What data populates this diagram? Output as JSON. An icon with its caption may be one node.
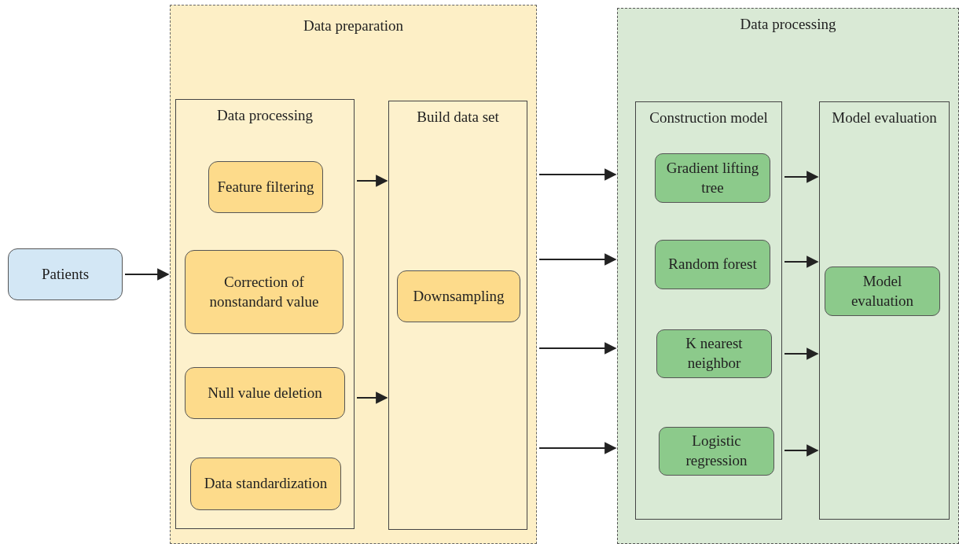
{
  "diagram": {
    "nodes": [
      {
        "text": [
          "Patients"
        ]
      },
      {
        "text": [
          "Data preparation"
        ]
      },
      {
        "text": [
          "Data processing"
        ],
        "in": 1
      },
      {
        "text": [
          "Feature filtering"
        ],
        "in": 2
      },
      {
        "text": [
          "Correction of nonstandard value"
        ],
        "in": 2
      },
      {
        "text": [
          "Null value deletion"
        ],
        "in": 2
      },
      {
        "text": [
          "Data standardization"
        ],
        "in": 2
      },
      {
        "text": [
          "Build data set"
        ],
        "in": 1
      },
      {
        "text": [
          "Downsampling"
        ],
        "in": 7
      },
      {
        "text": [
          "Data processing"
        ]
      },
      {
        "text": [
          "Construction model"
        ],
        "in": 9
      },
      {
        "text": [
          "Gradient lifting tree"
        ],
        "in": 10
      },
      {
        "text": [
          "Random forest"
        ],
        "in": 10
      },
      {
        "text": [
          "K nearest neighbor"
        ],
        "in": 10
      },
      {
        "text": [
          "Logistic regression"
        ],
        "in": 10
      },
      {
        "text": [
          "Model evaluation"
        ],
        "in": 9
      },
      {
        "text": [
          "Model evaluation"
        ],
        "in": 15
      }
    ],
    "edges": [
      {
        "from": 0,
        "to": 1,
        "arrow": "to"
      },
      {
        "from": 2,
        "to": 7,
        "arrow": "to"
      },
      {
        "from": 2,
        "to": 7,
        "arrow": "to"
      },
      {
        "from": 1,
        "to": 9,
        "arrow": "to"
      },
      {
        "from": 1,
        "to": 9,
        "arrow": "to"
      },
      {
        "from": 1,
        "to": 9,
        "arrow": "to"
      },
      {
        "from": 1,
        "to": 9,
        "arrow": "to"
      },
      {
        "from": 10,
        "to": 15,
        "arrow": "to"
      },
      {
        "from": 10,
        "to": 15,
        "arrow": "to"
      },
      {
        "from": 10,
        "to": 15,
        "arrow": "to"
      },
      {
        "from": 10,
        "to": 15,
        "arrow": "to"
      }
    ]
  }
}
